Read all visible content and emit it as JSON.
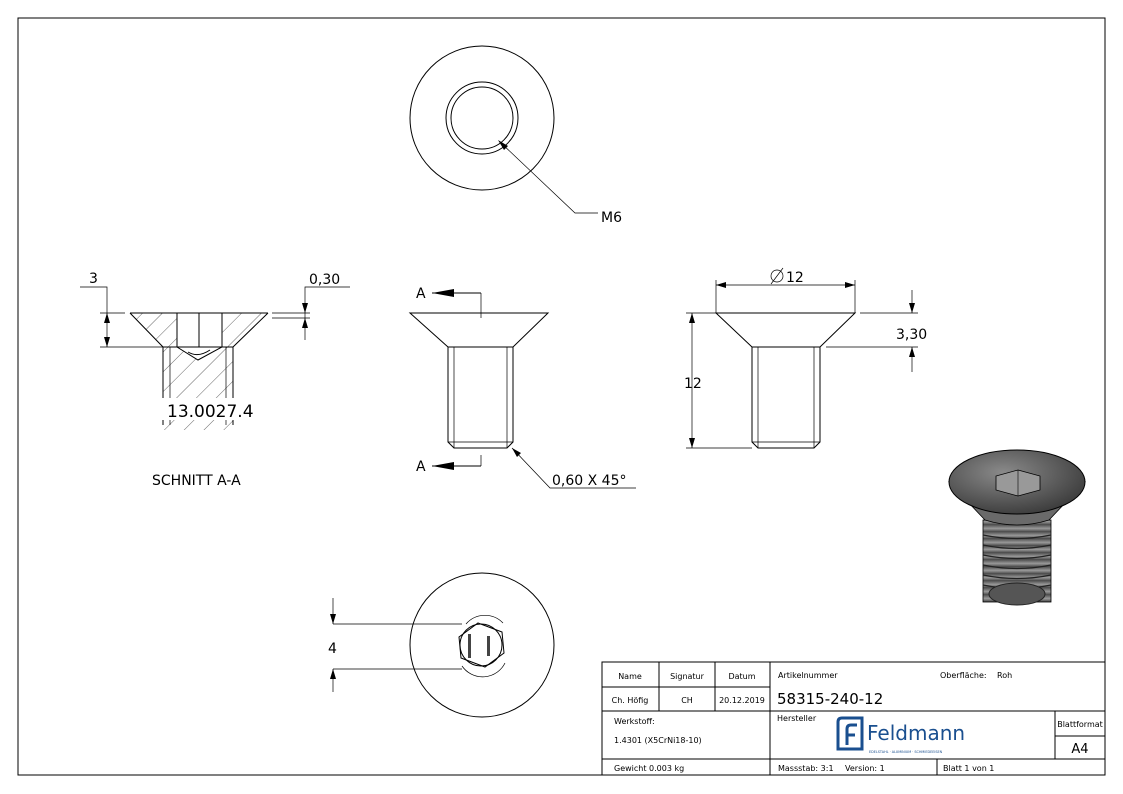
{
  "drawing": {
    "thread_label": "M6",
    "section_title": "SCHNITT A-A",
    "section_marker": "A",
    "overlay_number": "13.0027.4",
    "dimensions": {
      "head_height_section": "3",
      "head_edge": "0,30",
      "diameter": "12",
      "length": "12",
      "head_height": "3,30",
      "chamfer": "0,60 X 45°",
      "socket": "4"
    }
  },
  "title_block": {
    "name_header": "Name",
    "signature_header": "Signatur",
    "date_header": "Datum",
    "name": "Ch. Höfig",
    "signature": "CH",
    "date": "20.12.2019",
    "article_label": "Artikelnummer",
    "article_number": "58315-240-12",
    "surface_label": "Oberfläche:",
    "surface_value": "Roh",
    "material_label": "Werkstoff:",
    "material_value": "1.4301 (X5CrNi18-10)",
    "manufacturer_label": "Hersteller",
    "logo_name": "Feldmann",
    "logo_tagline": "EDELSTAHL · ALUMINIUM · SCHMIEDEEISEN",
    "format_label": "Blattformat",
    "format_value": "A4",
    "weight": "Gewicht 0.003 kg",
    "scale": "Massstab: 3:1",
    "version": "Version: 1",
    "sheet": "Blatt 1 von 1"
  },
  "colors": {
    "logo_blue": "#1a4f8f",
    "overlay_text": "#000000"
  }
}
